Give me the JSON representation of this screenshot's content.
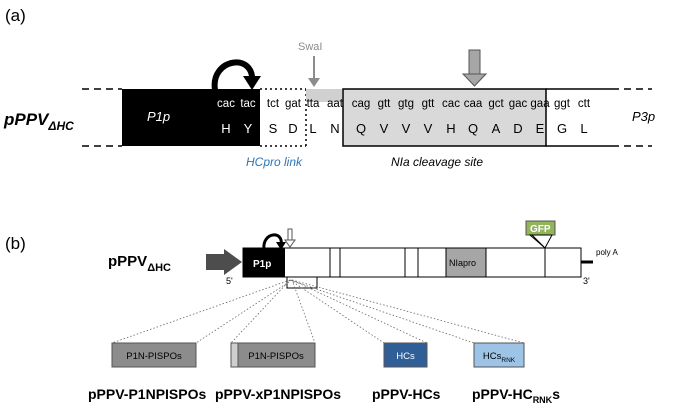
{
  "panel_a": {
    "label": "(a)",
    "construct_main": "pPPV",
    "construct_sub": "ΔHC",
    "p1p_label": "P1p",
    "p3p_label": "P3p",
    "swai_label": "SwaI",
    "codons": [
      "cac",
      "tac",
      "tct",
      "gat",
      "tta",
      "aat",
      "cag",
      "gtt",
      "gtg",
      "gtt",
      "cac",
      "caa",
      "gct",
      "gac",
      "gaa",
      "ggt",
      "ctt"
    ],
    "aminoacids": [
      "H",
      "Y",
      "S",
      "D",
      "L",
      "N",
      "Q",
      "V",
      "V",
      "V",
      "H",
      "Q",
      "A",
      "D",
      "E",
      "G",
      "L"
    ],
    "hcpro_link_label": "HCpro link",
    "nia_site_label": "NIa cleavage site"
  },
  "panel_b": {
    "label": "(b)",
    "construct_main": "pPPV",
    "construct_sub": "ΔHC",
    "five_prime": "5'",
    "three_prime": "3'",
    "p1p_label": "P1p",
    "nlapro_label": "NIapro",
    "gfp_label": "GFP",
    "polya_label": "poly A",
    "inserts": [
      {
        "box": "P1N-PISPOs",
        "box_sub": "",
        "name": "pPPV-P1NPISPOs",
        "name_sub": "",
        "name_tail": ""
      },
      {
        "box": "P1N-PISPOs",
        "box_sub": "",
        "name": "pPPV-xP1NPISPOs",
        "name_sub": "",
        "name_tail": ""
      },
      {
        "box": "HCs",
        "box_sub": "",
        "name": "pPPV-HCs",
        "name_sub": "",
        "name_tail": ""
      },
      {
        "box": "HCs",
        "box_sub": "RNK",
        "name": "pPPV-HC",
        "name_sub": "RNK",
        "name_tail": "s"
      }
    ]
  },
  "colors": {
    "black": "#000000",
    "light_gray": "#d9d9d9",
    "mid_gray": "#8c8c8c",
    "arrow_gray": "#a6a6a6",
    "hcpro_blue": "#2e75b6",
    "hcs_blue": "#2f5f96",
    "hcs_rnk_blue": "#9dc3e6",
    "gfp_green": "#92b45a",
    "dark_arrow": "#4d4d4d"
  }
}
